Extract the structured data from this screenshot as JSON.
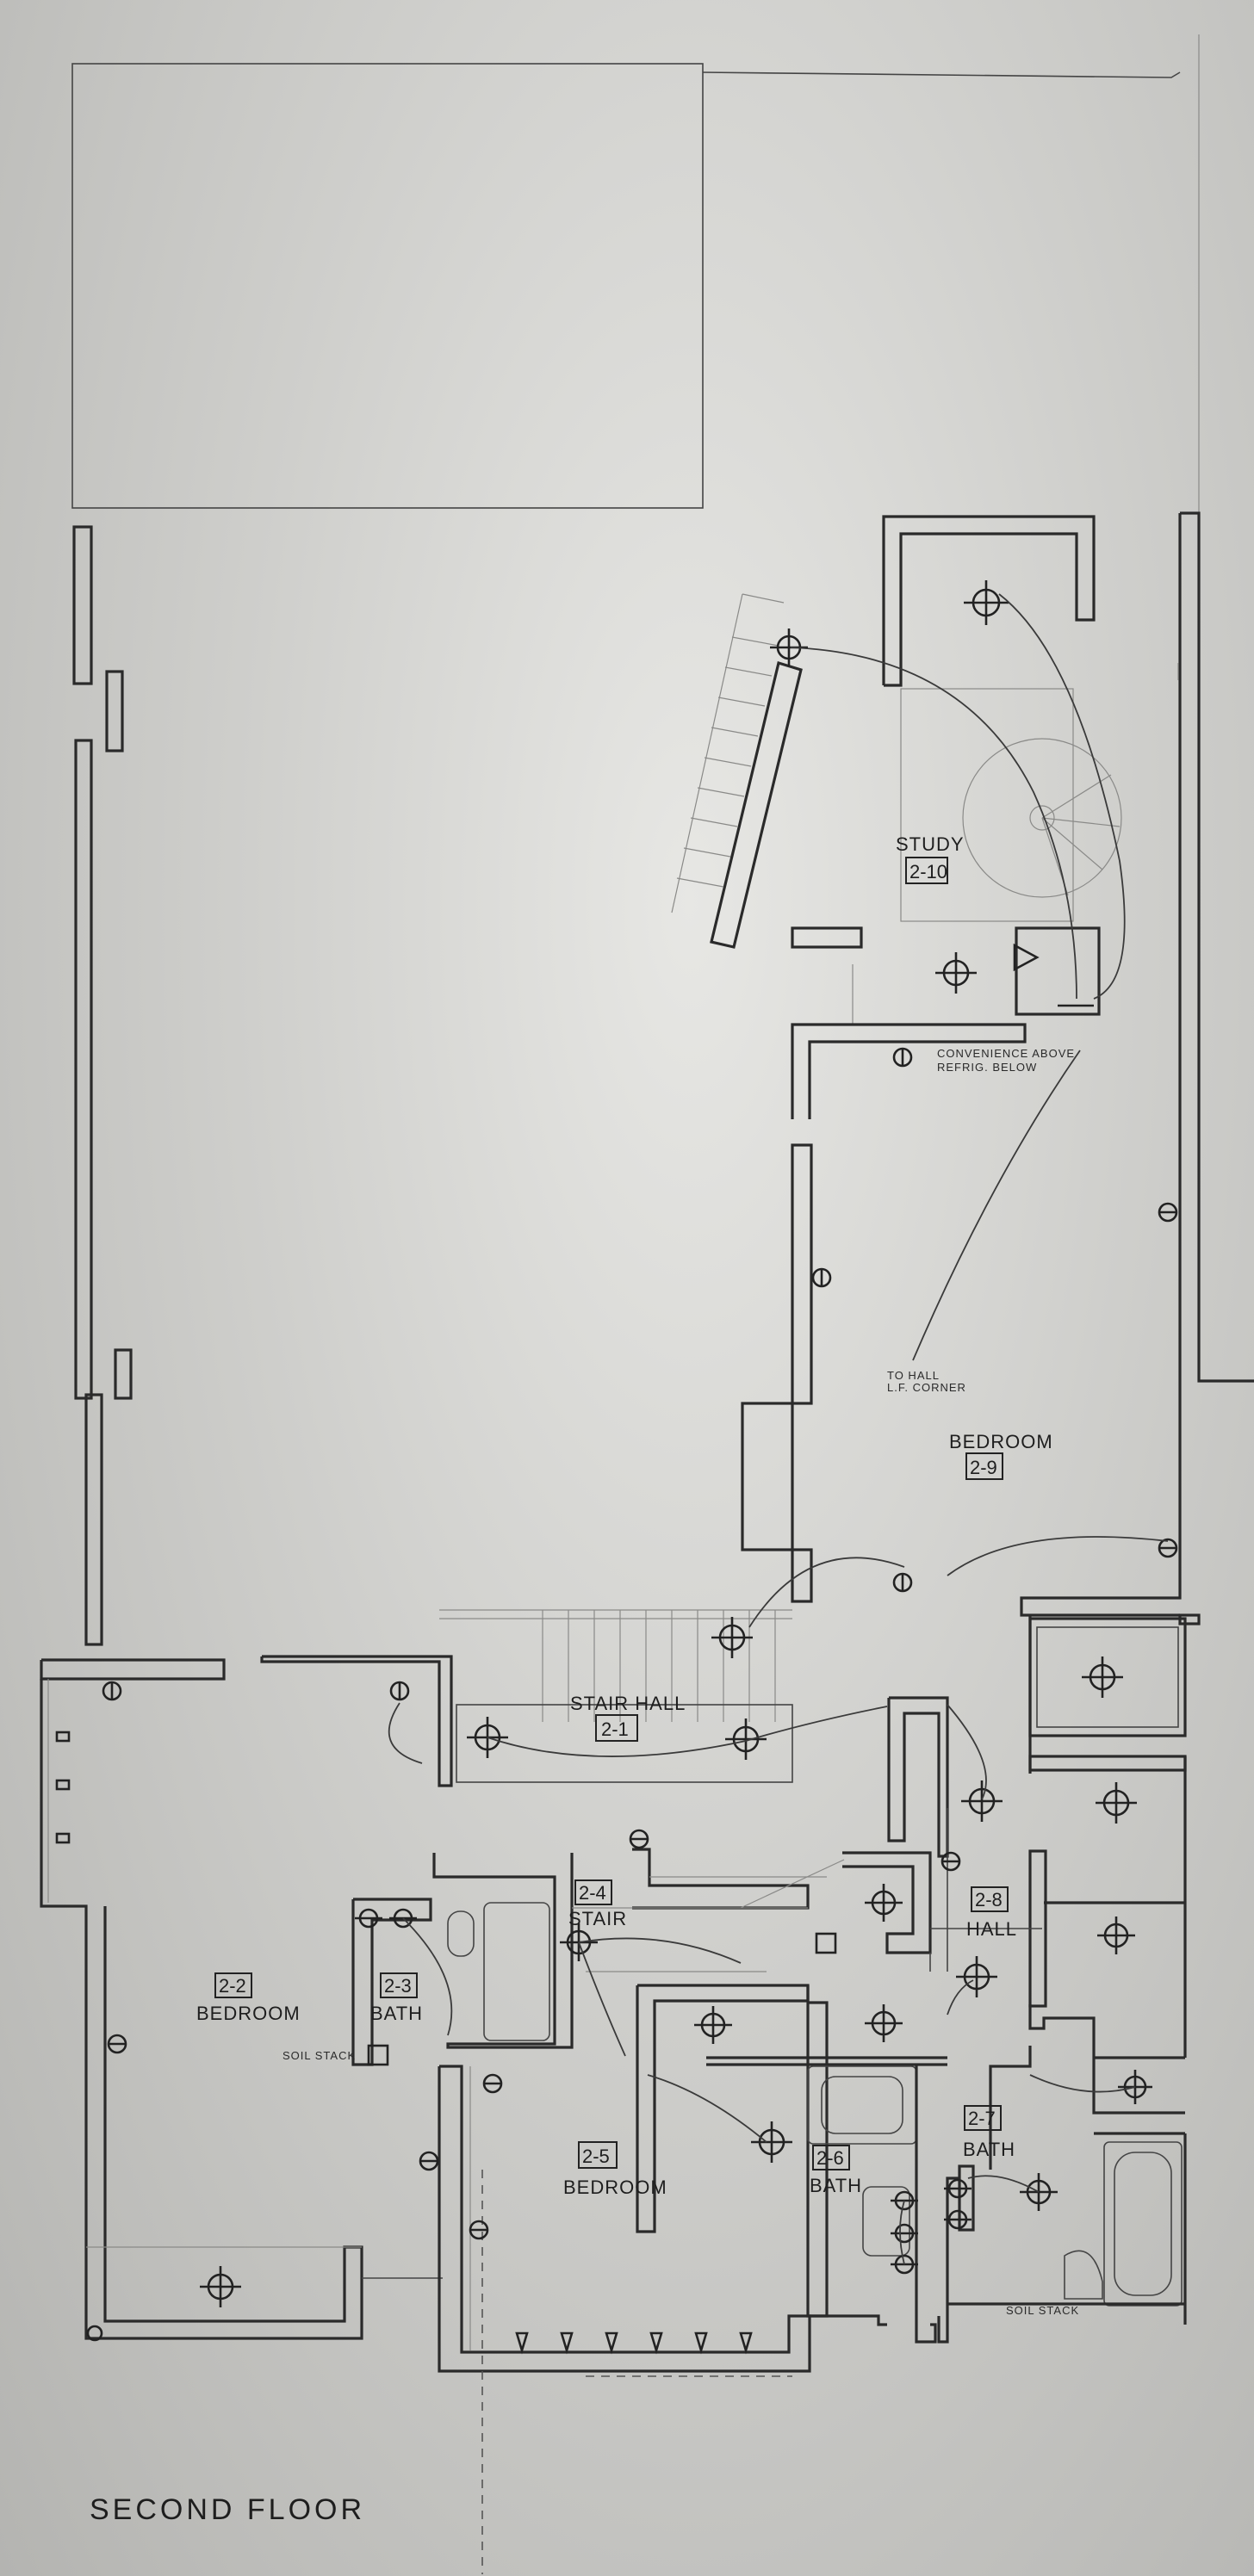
{
  "sheet": {
    "title": "SECOND FLOOR"
  },
  "rooms": {
    "study": {
      "name": "STUDY",
      "number": "2-10"
    },
    "bedroom9": {
      "name": "BEDROOM",
      "number": "2-9"
    },
    "stairhall": {
      "name": "STAIR HALL",
      "number": "2-1"
    },
    "bedroom2": {
      "name": "BEDROOM",
      "number": "2-2"
    },
    "bath3": {
      "name": "BATH",
      "number": "2-3"
    },
    "stair4": {
      "name": "STAIR",
      "number": "2-4"
    },
    "bedroom5": {
      "name": "BEDROOM",
      "number": "2-5"
    },
    "bath6": {
      "name": "BATH",
      "number": "2-6"
    },
    "bath7": {
      "name": "BATH",
      "number": "2-7"
    },
    "hall8": {
      "name": "HALL",
      "number": "2-8"
    }
  },
  "notes": {
    "convenience_1": "CONVENIENCE ABOVE",
    "convenience_2": "REFRIG. BELOW",
    "to_hall_1": "TO HALL",
    "to_hall_2": "L.F. CORNER",
    "soil_stack_left": "SOIL STACK",
    "soil_stack_right": "SOIL STACK"
  }
}
